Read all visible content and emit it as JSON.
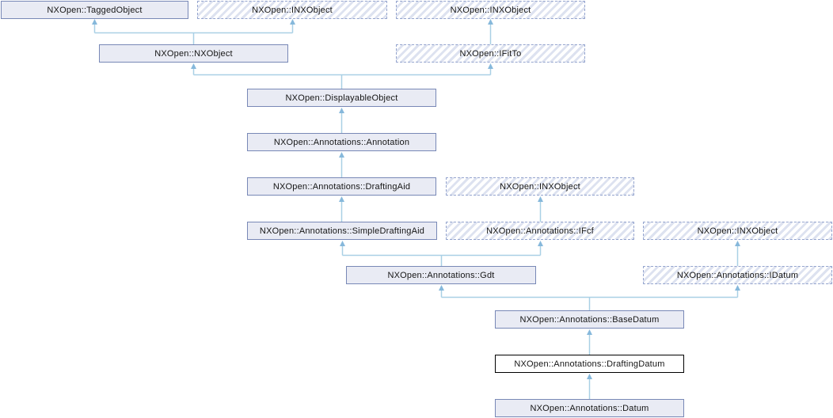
{
  "diagram": {
    "kind": "class-inheritance-graph",
    "colors": {
      "background": "#ffffff",
      "solid_node_fill": "#e9ebf4",
      "solid_node_border": "#7888b6",
      "hatched_node_stripe": "#dde2f0",
      "hatched_node_border": "#94a4ce",
      "focus_node_fill": "#ffffff",
      "focus_node_border": "#000000",
      "edge_line": "#a9d0e5",
      "edge_arrowhead": "#86b8db",
      "text": "#151515"
    },
    "nodes": [
      {
        "id": "tagged-object",
        "label": "NXOpen::TaggedObject",
        "style": "solid"
      },
      {
        "id": "inxobject-1",
        "label": "NXOpen::INXObject",
        "style": "hatched"
      },
      {
        "id": "inxobject-2",
        "label": "NXOpen::INXObject",
        "style": "hatched"
      },
      {
        "id": "nxobject",
        "label": "NXOpen::NXObject",
        "style": "solid"
      },
      {
        "id": "ifitto",
        "label": "NXOpen::IFitTo",
        "style": "hatched"
      },
      {
        "id": "displayable-object",
        "label": "NXOpen::DisplayableObject",
        "style": "solid"
      },
      {
        "id": "annotation",
        "label": "NXOpen::Annotations::Annotation",
        "style": "solid"
      },
      {
        "id": "drafting-aid",
        "label": "NXOpen::Annotations::DraftingAid",
        "style": "solid"
      },
      {
        "id": "inxobject-3",
        "label": "NXOpen::INXObject",
        "style": "hatched"
      },
      {
        "id": "simple-drafting-aid",
        "label": "NXOpen::Annotations::SimpleDraftingAid",
        "style": "solid"
      },
      {
        "id": "ifcf",
        "label": "NXOpen::Annotations::IFcf",
        "style": "hatched"
      },
      {
        "id": "inxobject-4",
        "label": "NXOpen::INXObject",
        "style": "hatched"
      },
      {
        "id": "gdt",
        "label": "NXOpen::Annotations::Gdt",
        "style": "solid"
      },
      {
        "id": "idatum",
        "label": "NXOpen::Annotations::IDatum",
        "style": "hatched"
      },
      {
        "id": "base-datum",
        "label": "NXOpen::Annotations::BaseDatum",
        "style": "solid"
      },
      {
        "id": "drafting-datum",
        "label": "NXOpen::Annotations::DraftingDatum",
        "style": "focus"
      },
      {
        "id": "datum",
        "label": "NXOpen::Annotations::Datum",
        "style": "solid"
      }
    ],
    "edges": [
      {
        "from": "nxobject",
        "to": "tagged-object"
      },
      {
        "from": "nxobject",
        "to": "inxobject-1"
      },
      {
        "from": "ifitto",
        "to": "inxobject-2"
      },
      {
        "from": "displayable-object",
        "to": "nxobject"
      },
      {
        "from": "displayable-object",
        "to": "ifitto"
      },
      {
        "from": "annotation",
        "to": "displayable-object"
      },
      {
        "from": "drafting-aid",
        "to": "annotation"
      },
      {
        "from": "simple-drafting-aid",
        "to": "drafting-aid"
      },
      {
        "from": "ifcf",
        "to": "inxobject-3"
      },
      {
        "from": "gdt",
        "to": "simple-drafting-aid"
      },
      {
        "from": "gdt",
        "to": "ifcf"
      },
      {
        "from": "idatum",
        "to": "inxobject-4"
      },
      {
        "from": "base-datum",
        "to": "gdt"
      },
      {
        "from": "base-datum",
        "to": "idatum"
      },
      {
        "from": "drafting-datum",
        "to": "base-datum"
      },
      {
        "from": "datum",
        "to": "drafting-datum"
      }
    ]
  }
}
